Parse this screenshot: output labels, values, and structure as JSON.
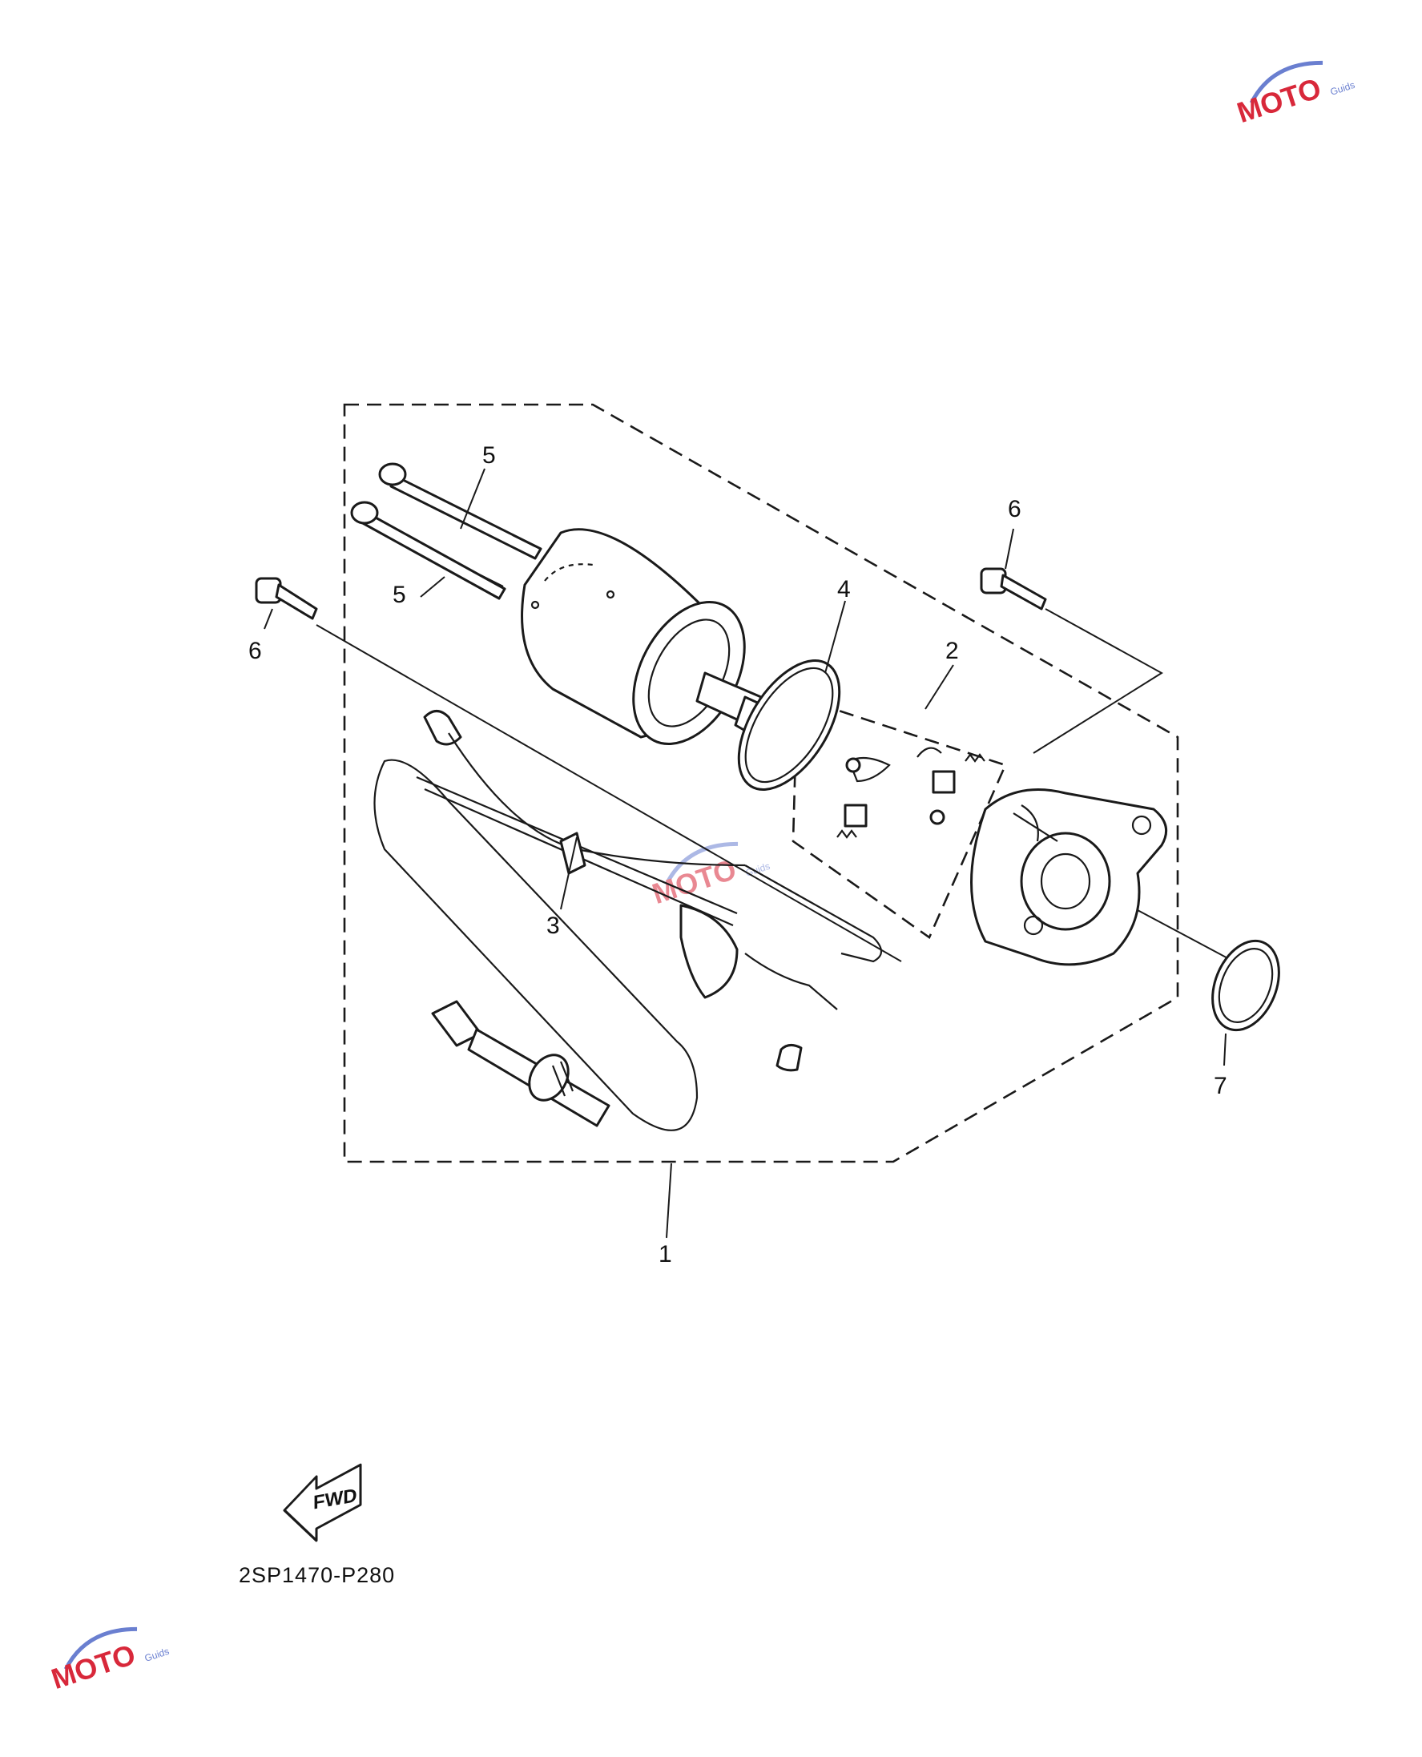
{
  "watermark": {
    "brand": "MOTO",
    "sub": "Guids",
    "colors": {
      "red": "#d8283a",
      "blue": "#6a7fd0"
    }
  },
  "callouts": [
    {
      "id": "1",
      "label": "1"
    },
    {
      "id": "2",
      "label": "2"
    },
    {
      "id": "3",
      "label": "3"
    },
    {
      "id": "4",
      "label": "4"
    },
    {
      "id": "5a",
      "label": "5"
    },
    {
      "id": "5b",
      "label": "5"
    },
    {
      "id": "6a",
      "label": "6"
    },
    {
      "id": "6b",
      "label": "6"
    },
    {
      "id": "7",
      "label": "7"
    }
  ],
  "fwd_label": "FWD",
  "diagram_code": "2SP1470-P280"
}
